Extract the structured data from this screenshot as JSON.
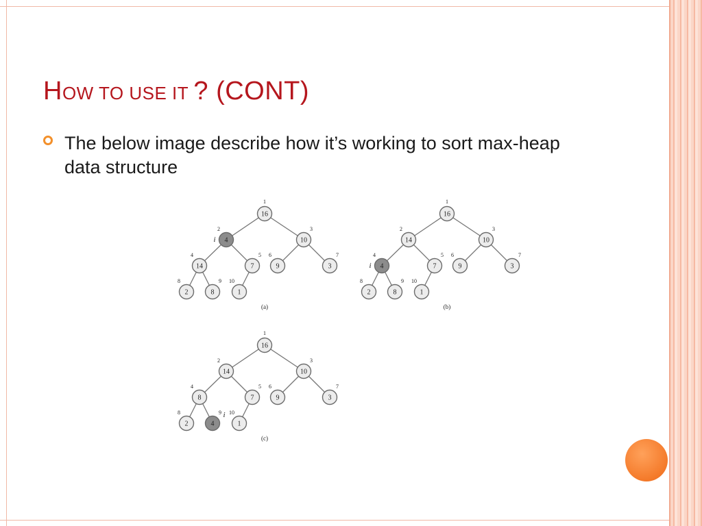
{
  "slide": {
    "title_first": "H",
    "title_rest": "ow to use it ",
    "title_tail": "? (CONT)",
    "bullet": "The below image describe how it’s working to sort max-heap data structure"
  },
  "diagrams": [
    {
      "caption": "(a)",
      "marker_label": "i",
      "marker_node": 2,
      "nodes": [
        {
          "idx": "1",
          "val": "16",
          "highlight": false
        },
        {
          "idx": "2",
          "val": "4",
          "highlight": true
        },
        {
          "idx": "3",
          "val": "10",
          "highlight": false
        },
        {
          "idx": "4",
          "val": "14",
          "highlight": false
        },
        {
          "idx": "5",
          "val": "7",
          "highlight": false
        },
        {
          "idx": "6",
          "val": "9",
          "highlight": false
        },
        {
          "idx": "7",
          "val": "3",
          "highlight": false
        },
        {
          "idx": "8",
          "val": "2",
          "highlight": false
        },
        {
          "idx": "9",
          "val": "8",
          "highlight": false
        },
        {
          "idx": "10",
          "val": "1",
          "highlight": false
        }
      ]
    },
    {
      "caption": "(b)",
      "marker_label": "i",
      "marker_node": 4,
      "nodes": [
        {
          "idx": "1",
          "val": "16",
          "highlight": false
        },
        {
          "idx": "2",
          "val": "14",
          "highlight": false
        },
        {
          "idx": "3",
          "val": "10",
          "highlight": false
        },
        {
          "idx": "4",
          "val": "4",
          "highlight": true
        },
        {
          "idx": "5",
          "val": "7",
          "highlight": false
        },
        {
          "idx": "6",
          "val": "9",
          "highlight": false
        },
        {
          "idx": "7",
          "val": "3",
          "highlight": false
        },
        {
          "idx": "8",
          "val": "2",
          "highlight": false
        },
        {
          "idx": "9",
          "val": "8",
          "highlight": false
        },
        {
          "idx": "10",
          "val": "1",
          "highlight": false
        }
      ]
    },
    {
      "caption": "(c)",
      "marker_label": "i",
      "marker_node": 9,
      "nodes": [
        {
          "idx": "1",
          "val": "16",
          "highlight": false
        },
        {
          "idx": "2",
          "val": "14",
          "highlight": false
        },
        {
          "idx": "3",
          "val": "10",
          "highlight": false
        },
        {
          "idx": "4",
          "val": "8",
          "highlight": false
        },
        {
          "idx": "5",
          "val": "7",
          "highlight": false
        },
        {
          "idx": "6",
          "val": "9",
          "highlight": false
        },
        {
          "idx": "7",
          "val": "3",
          "highlight": false
        },
        {
          "idx": "8",
          "val": "2",
          "highlight": false
        },
        {
          "idx": "9",
          "val": "4",
          "highlight": true
        },
        {
          "idx": "10",
          "val": "1",
          "highlight": false
        }
      ]
    }
  ],
  "colors": {
    "title": "#b5161d",
    "bullet": "#f3902b",
    "node_fill": "#ececec",
    "node_highlight": "#8c8c8c"
  }
}
